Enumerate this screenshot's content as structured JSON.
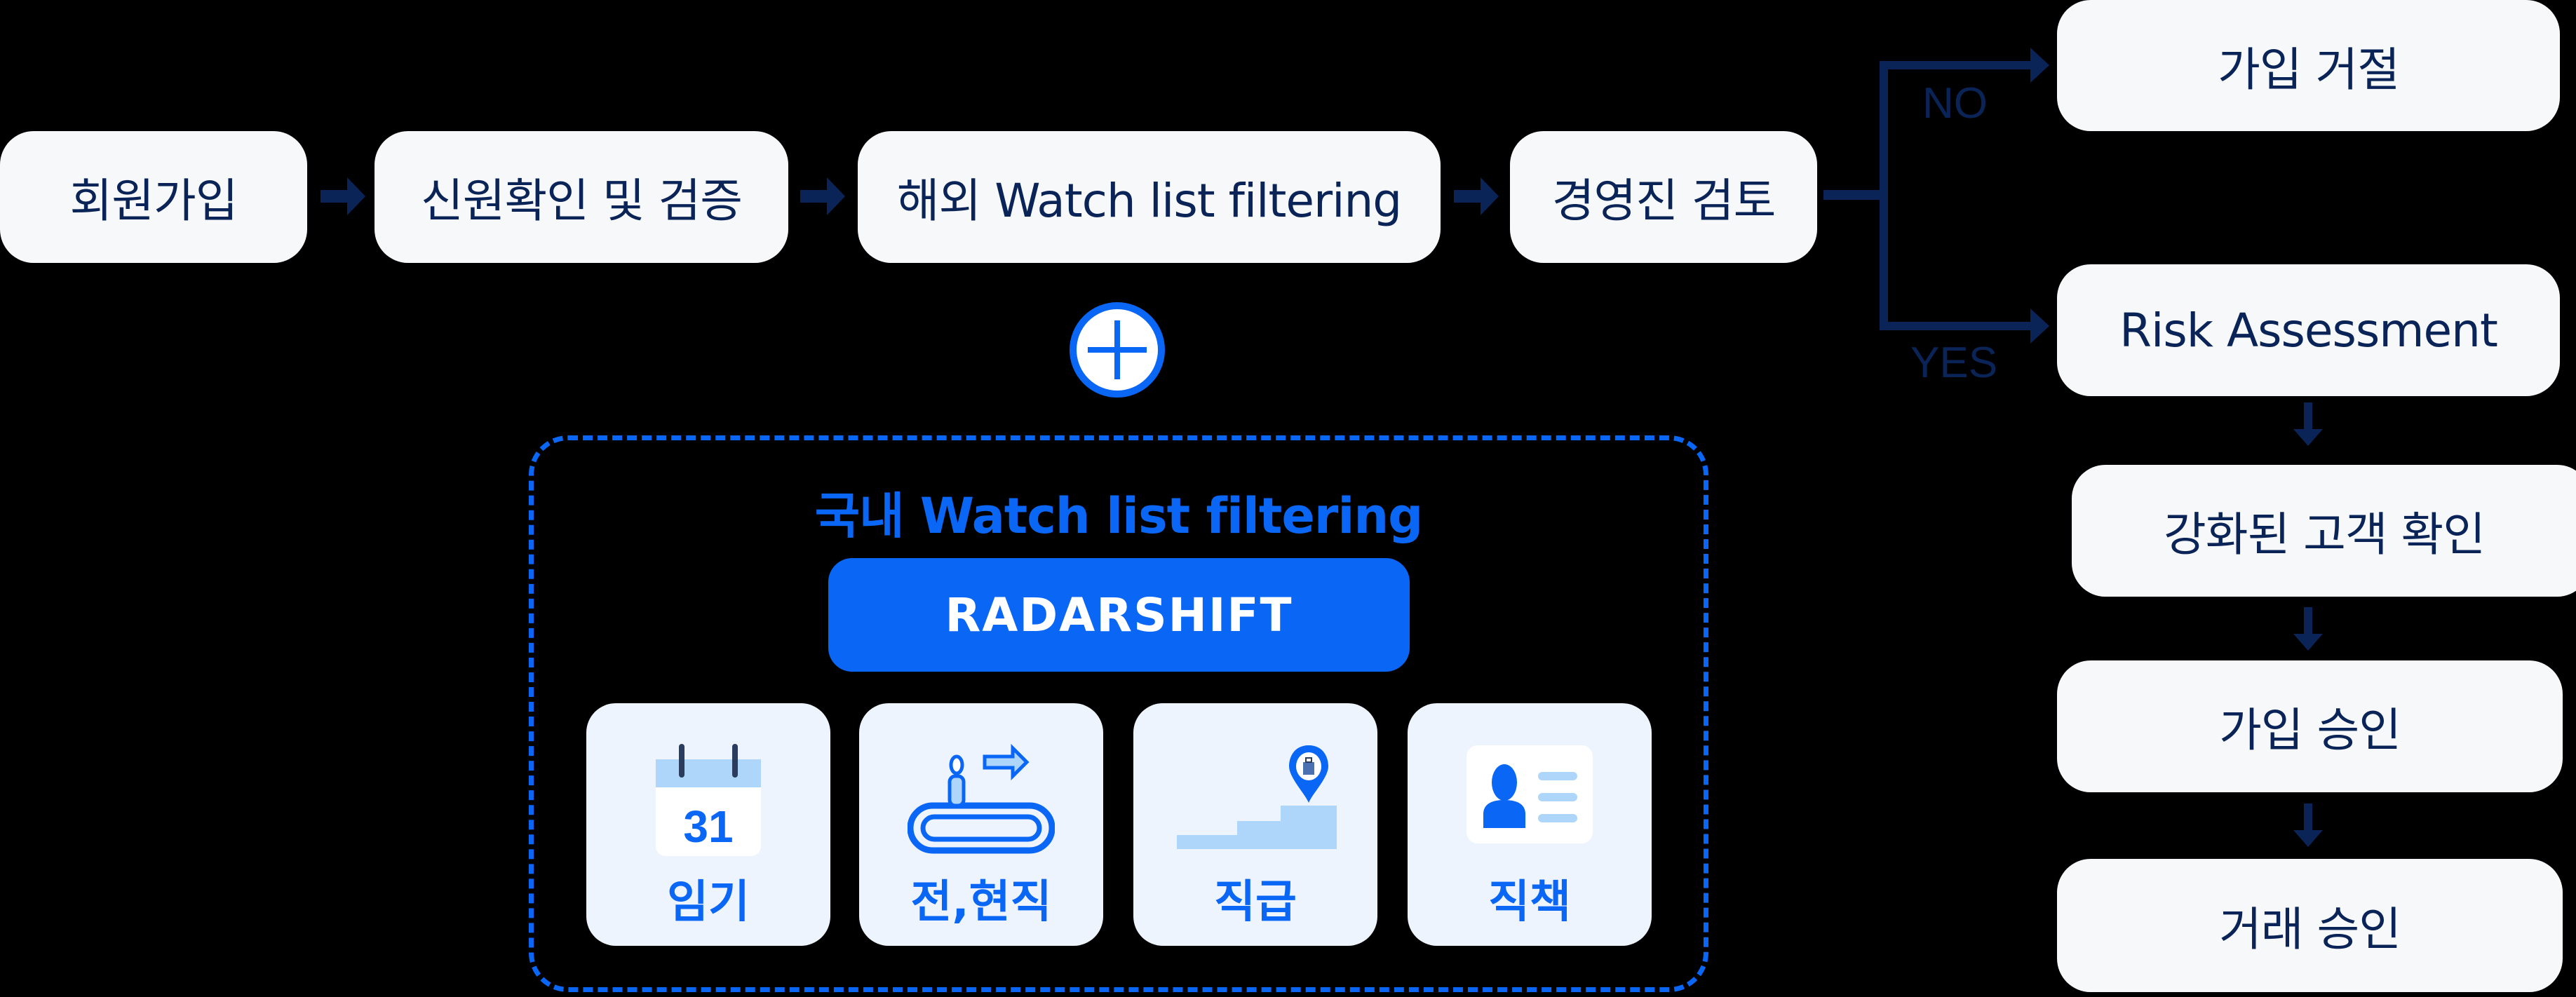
{
  "colors": {
    "background": "#000000",
    "box_fill": "#f6f8fa",
    "navy_text": "#0b2458",
    "accent_blue": "#0a66f5",
    "light_blue": "#aed6fb",
    "card_fill": "#eef4fd"
  },
  "main_flow": [
    {
      "id": "signup",
      "label": "회원가입"
    },
    {
      "id": "identity",
      "label": "신원확인 및 검증"
    },
    {
      "id": "overseas",
      "label": "해외 Watch list filtering"
    },
    {
      "id": "exec_review",
      "label": "경영진 검토"
    }
  ],
  "decision": {
    "no_label": "NO",
    "yes_label": "YES",
    "no_target": "가입 거절",
    "yes_target": "Risk Assessment"
  },
  "yes_flow": [
    {
      "id": "risk",
      "label": "Risk Assessment"
    },
    {
      "id": "edd",
      "label": "강화된 고객 확인"
    },
    {
      "id": "signup_approval",
      "label": "가입 승인"
    },
    {
      "id": "transaction_approval",
      "label": "거래 승인"
    }
  ],
  "domestic": {
    "heading": "국내 Watch list filtering",
    "brand": "RADARSHIFT",
    "categories": [
      {
        "label": "임기",
        "icon": "calendar-icon",
        "calendar_day": "31"
      },
      {
        "label": "전,현직",
        "icon": "conveyor-transfer-icon"
      },
      {
        "label": "직급",
        "icon": "stairs-location-pin-icon"
      },
      {
        "label": "직책",
        "icon": "id-card-icon"
      }
    ]
  }
}
